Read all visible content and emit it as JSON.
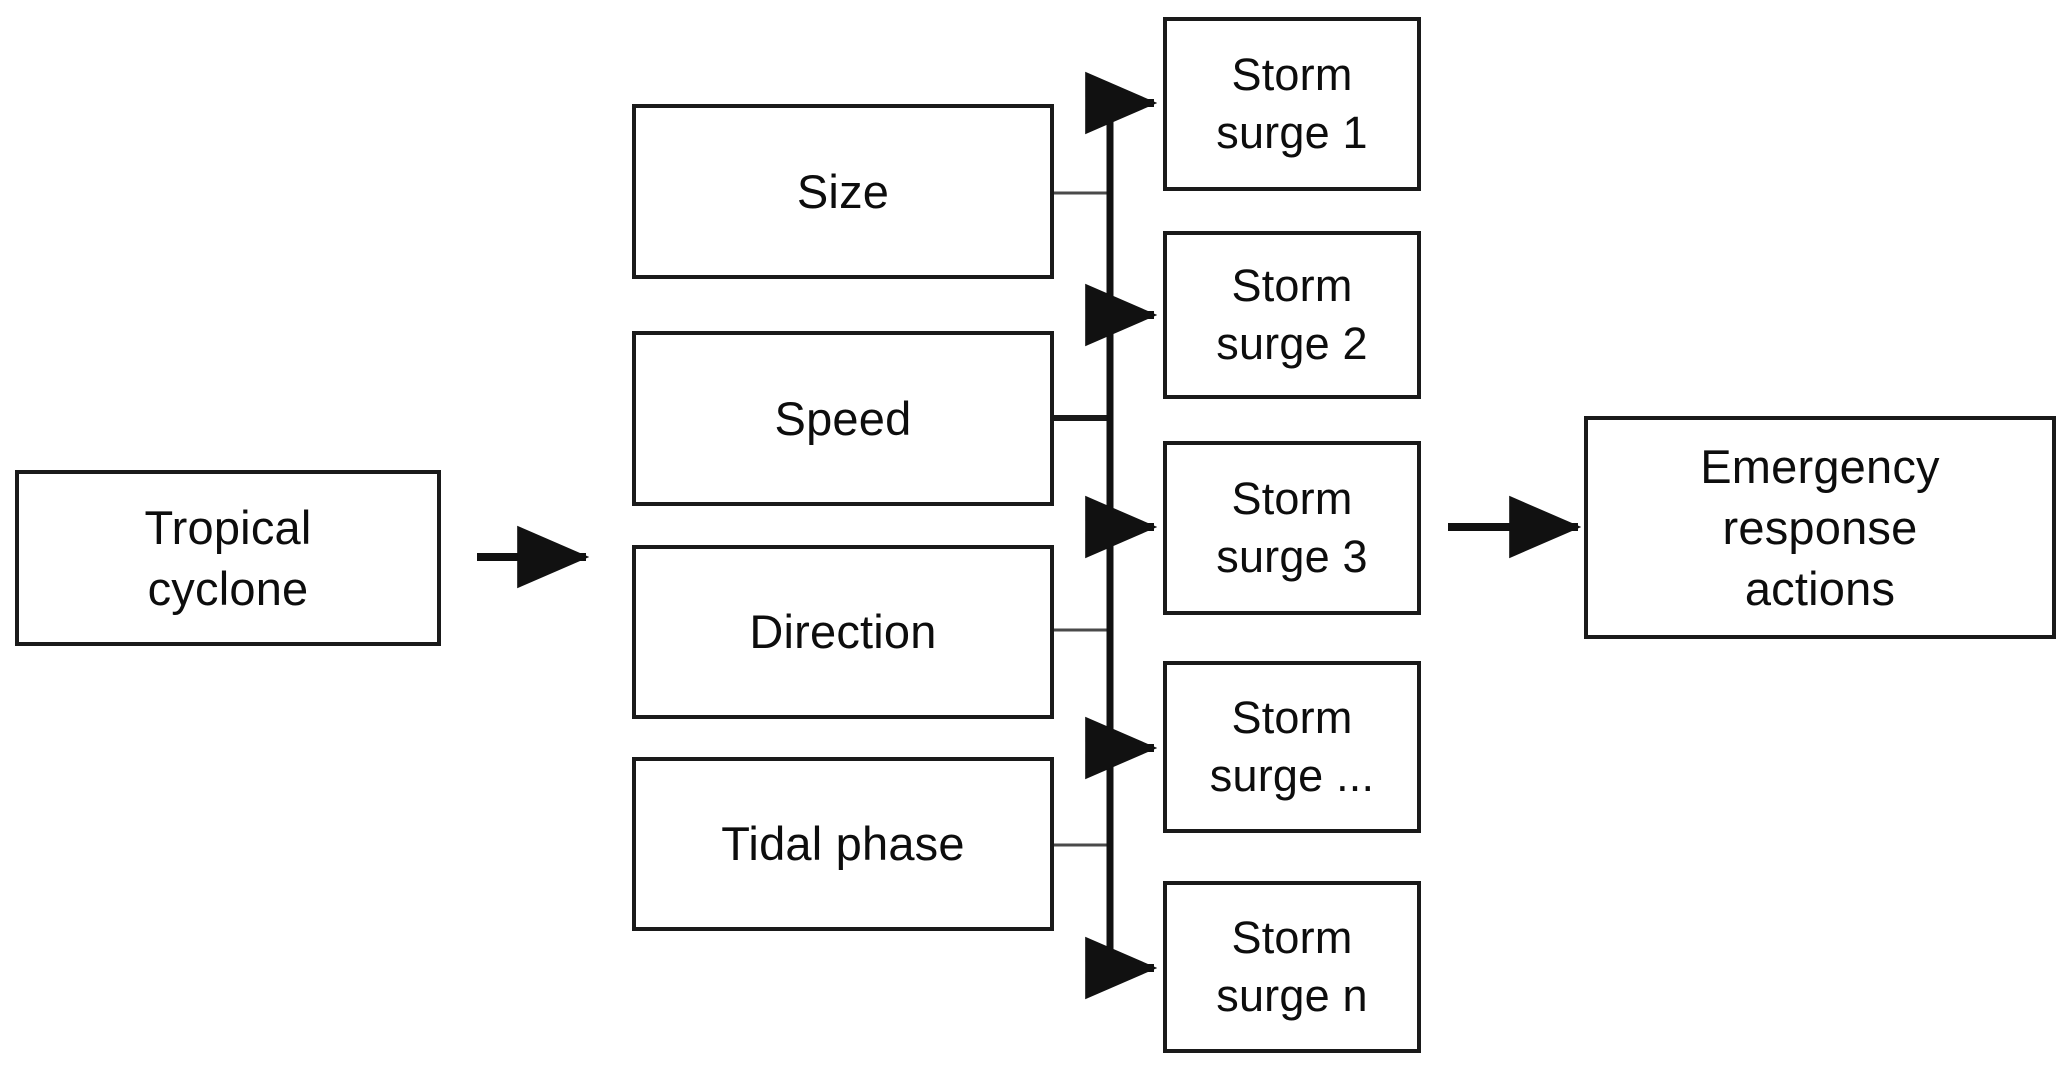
{
  "diagram": {
    "title": "Tropical cyclone storm surge to emergency response flowchart",
    "type": "flowchart",
    "orientation": "left-to-right",
    "colors": {
      "background": "#ffffff",
      "stroke": "#1a1a1a",
      "text": "#0d0d0d",
      "thin_connector": "#555555"
    }
  },
  "nodes": {
    "source": {
      "label": "Tropical\ncyclone",
      "shape": "rectangle"
    },
    "parameters": [
      {
        "id": "size",
        "label": "Size",
        "shape": "rectangle"
      },
      {
        "id": "speed",
        "label": "Speed",
        "shape": "rectangle"
      },
      {
        "id": "direction",
        "label": "Direction",
        "shape": "rectangle"
      },
      {
        "id": "tidal",
        "label": "Tidal phase",
        "shape": "rectangle"
      }
    ],
    "surges": [
      {
        "id": "surge-1",
        "label": "Storm\nsurge 1",
        "shape": "rectangle"
      },
      {
        "id": "surge-2",
        "label": "Storm\nsurge 2",
        "shape": "rectangle"
      },
      {
        "id": "surge-3",
        "label": "Storm\nsurge 3",
        "shape": "rectangle"
      },
      {
        "id": "surge-x",
        "label": "Storm\nsurge ...",
        "shape": "rectangle"
      },
      {
        "id": "surge-n",
        "label": "Storm\nsurge n",
        "shape": "rectangle"
      }
    ],
    "outcome": {
      "label": "Emergency\nresponse\nactions",
      "shape": "rectangle"
    }
  },
  "edges": [
    {
      "id": "edge-cyclone-to-parameters",
      "from": "source",
      "to": "parameters",
      "style": "arrow"
    },
    {
      "id": "edge-size-to-bus",
      "from": "size",
      "to": "bus",
      "style": "thin-line"
    },
    {
      "id": "edge-speed-to-bus",
      "from": "speed",
      "to": "bus",
      "style": "thin-line"
    },
    {
      "id": "edge-direction-to-bus",
      "from": "direction",
      "to": "bus",
      "style": "thin-line"
    },
    {
      "id": "edge-tidal-to-bus",
      "from": "tidal",
      "to": "bus",
      "style": "thin-line"
    },
    {
      "id": "edge-bus-to-surge-1",
      "from": "bus",
      "to": "surge-1",
      "style": "arrow"
    },
    {
      "id": "edge-bus-to-surge-2",
      "from": "bus",
      "to": "surge-2",
      "style": "arrow"
    },
    {
      "id": "edge-bus-to-surge-3",
      "from": "bus",
      "to": "surge-3",
      "style": "arrow"
    },
    {
      "id": "edge-bus-to-surge-x",
      "from": "bus",
      "to": "surge-x",
      "style": "arrow"
    },
    {
      "id": "edge-bus-to-surge-n",
      "from": "bus",
      "to": "surge-n",
      "style": "arrow"
    },
    {
      "id": "edge-surge-3-to-outcome",
      "from": "surge-3",
      "to": "outcome",
      "style": "arrow"
    }
  ]
}
